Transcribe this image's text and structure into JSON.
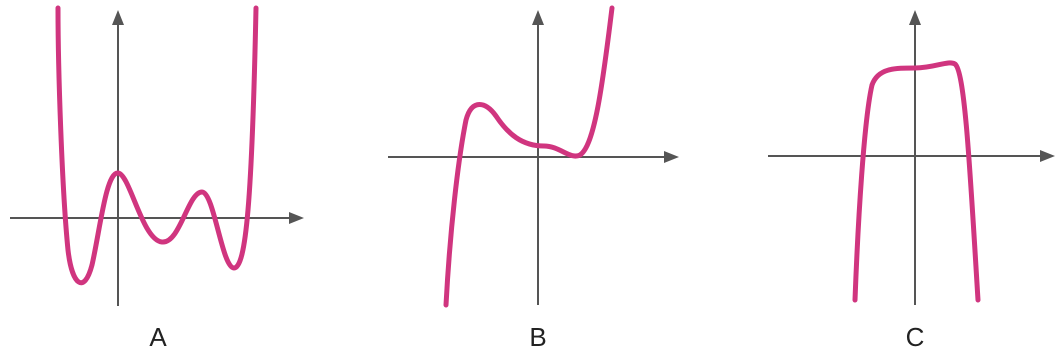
{
  "colors": {
    "curve": "#d0357f",
    "axis": "#555555",
    "label": "#222222"
  },
  "panels": [
    {
      "label": "A"
    },
    {
      "label": "B"
    },
    {
      "label": "C"
    }
  ]
}
